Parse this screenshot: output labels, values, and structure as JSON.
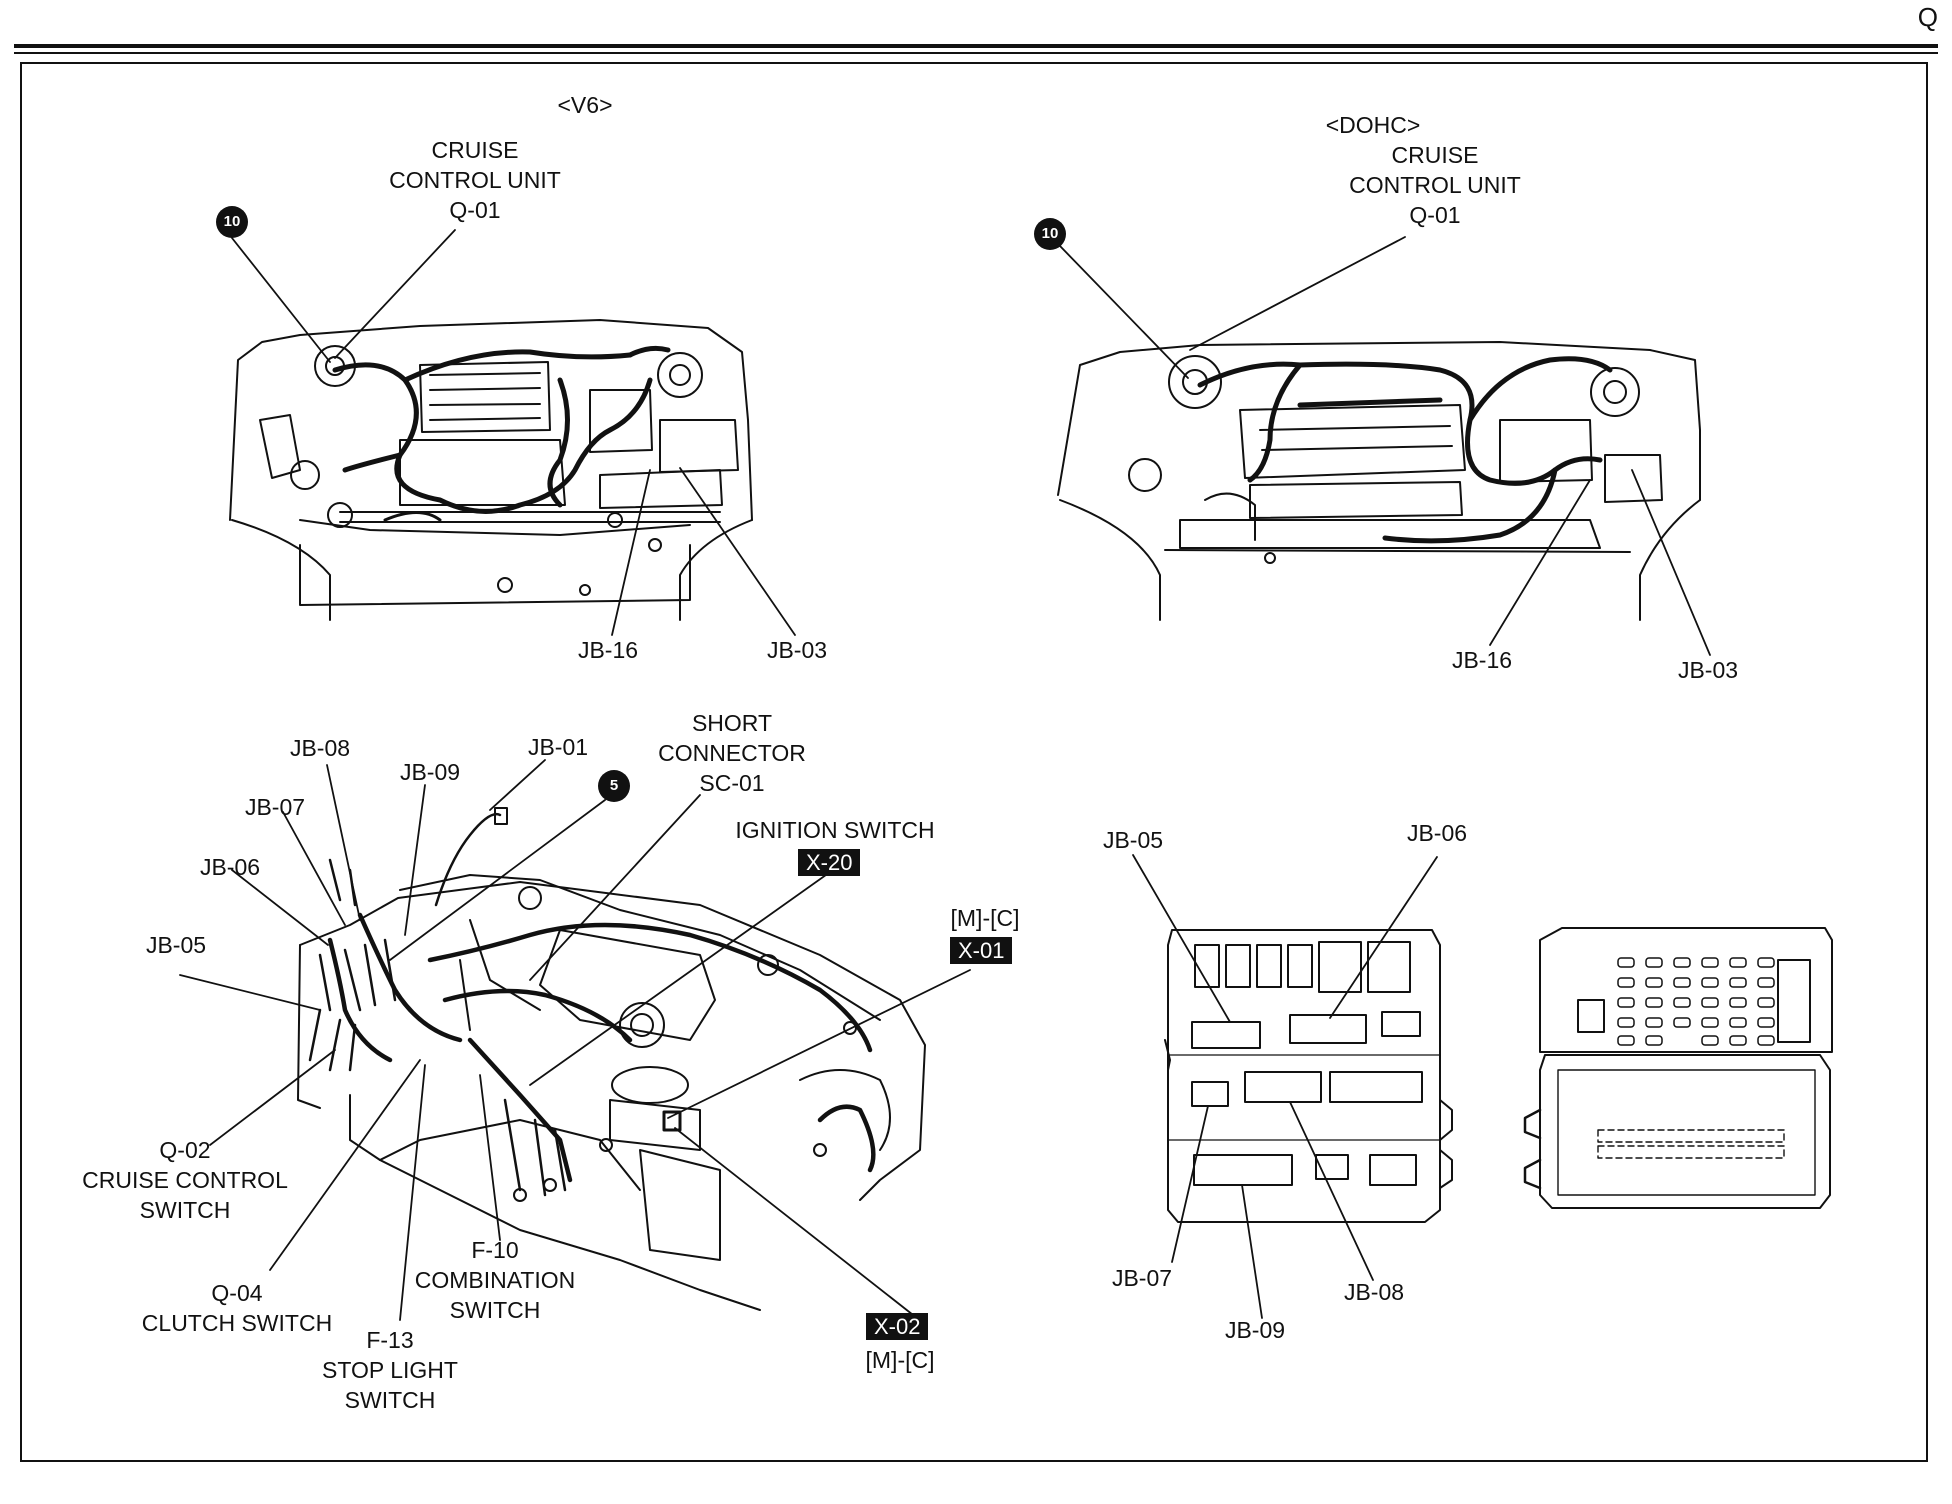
{
  "page_letter": "Q",
  "v6": {
    "variant": "<V6>",
    "unit": [
      "CRUISE",
      "CONTROL UNIT",
      "Q-01"
    ],
    "ground_ref": "10",
    "jb16": "JB-16",
    "jb03": "JB-03"
  },
  "dohc": {
    "variant": "<DOHC>",
    "unit": [
      "CRUISE",
      "CONTROL UNIT",
      "Q-01"
    ],
    "ground_ref": "10",
    "jb16": "JB-16",
    "jb03": "JB-03"
  },
  "dash": {
    "jb08": "JB-08",
    "jb09": "JB-09",
    "jb01": "JB-01",
    "jb07": "JB-07",
    "jb06": "JB-06",
    "jb05": "JB-05",
    "ground_ref": "5",
    "short_connector": [
      "SHORT",
      "CONNECTOR",
      "SC-01"
    ],
    "ignition": "IGNITION SWITCH",
    "x20": "X-20",
    "mc_top": "[M]-[C]",
    "x01": "X-01",
    "q02": [
      "Q-02",
      "CRUISE CONTROL",
      "SWITCH"
    ],
    "q04": [
      "Q-04",
      "CLUTCH SWITCH"
    ],
    "f10": [
      "F-10",
      "COMBINATION",
      "SWITCH"
    ],
    "f13": [
      "F-13",
      "STOP LIGHT",
      "SWITCH"
    ],
    "x02": "X-02",
    "mc_bottom": "[M]-[C]"
  },
  "junction_box": {
    "jb05": "JB-05",
    "jb06": "JB-06",
    "jb07": "JB-07",
    "jb08": "JB-08",
    "jb09": "JB-09"
  }
}
